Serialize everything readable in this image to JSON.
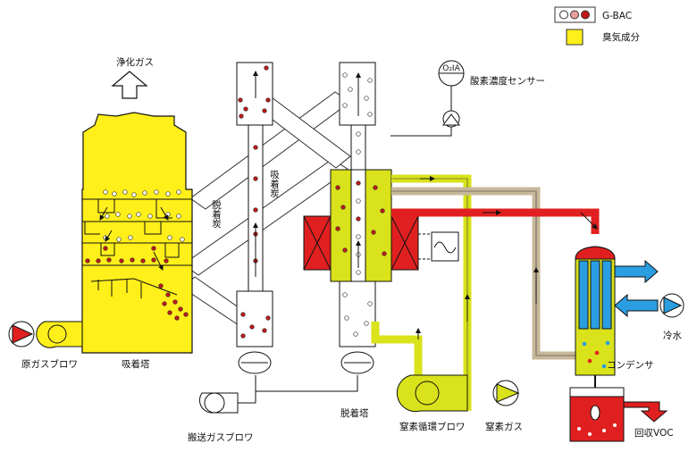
{
  "legend": {
    "gbac": "G-BAC",
    "odor": "臭気成分"
  },
  "labels": {
    "clean_gas": "浄化ガス",
    "o2_sensor_symbol": "O₂IA",
    "o2_sensor": "酸素濃度センサー",
    "adsorbed_carbon": "吸着炭",
    "desorbed_carbon": "脱着炭",
    "raw_gas_blower": "原ガスブロワ",
    "adsorption_tower": "吸着塔",
    "transfer_gas_blower": "搬送ガスブロワ",
    "desorption_tower": "脱着塔",
    "n2_circ_blower": "窒素循環ブロワ",
    "nitrogen_gas": "窒素ガス",
    "condenser": "コンデンサ",
    "cooling_water": "冷水",
    "recovered_voc": "回収VOC"
  },
  "colors": {
    "yellow": "#ffef1a",
    "olive": "#d9e21a",
    "red": "#e02020",
    "tan": "#c8b89a",
    "blue": "#2a9ee0",
    "dark_red": "#a01818"
  }
}
